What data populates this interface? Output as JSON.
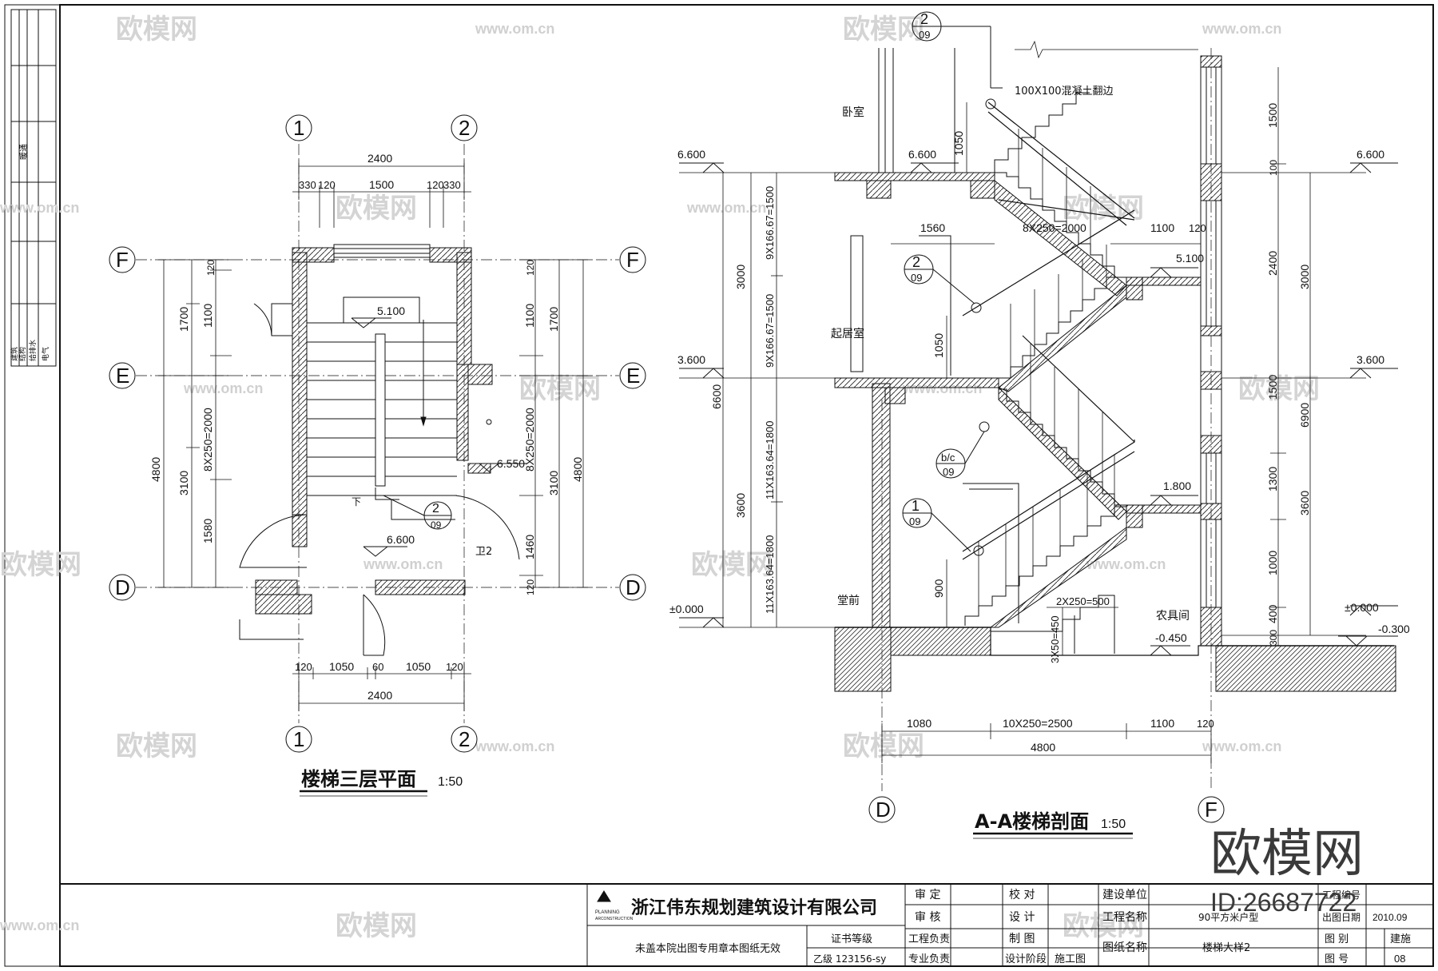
{
  "plan": {
    "title": "楼梯三层平面",
    "scale": "1:50",
    "axis_1": "1",
    "axis_2": "2",
    "axis_F": "F",
    "axis_E": "E",
    "axis_D": "D",
    "dim_total_top": "2400",
    "dim_330": "330",
    "dim_120": "120",
    "dim_1500": "1500",
    "dim_1700": "1700",
    "dim_1100": "1100",
    "dim_4800": "4800",
    "dim_3100": "3100",
    "dim_1580": "1580",
    "dim_1460": "1460",
    "dim_stairs": "8X250=2000",
    "dim_1050": "1050",
    "dim_60": "60",
    "dim_total_bottom": "2400",
    "elev_landing": "5.100",
    "elev_floor": "6.600",
    "elev_side": "6.550",
    "down_label": "下",
    "room_label": "卫2",
    "ref_detail": "2",
    "ref_sheet": "09"
  },
  "section": {
    "title": "A-A楼梯剖面",
    "scale": "1:50",
    "axis_D": "D",
    "axis_F": "F",
    "ref_top_num": "2",
    "ref_top_sheet": "09",
    "ref_mid_num": "2",
    "ref_mid_sheet": "09",
    "ref_bc_num": "b/c",
    "ref_bc_sheet": "09",
    "ref_1_num": "1",
    "ref_1_sheet": "09",
    "edge_note": "100X100混凝土翻边",
    "room_bedroom": "卧室",
    "room_living": "起居室",
    "room_hall": "堂前",
    "room_tools": "农具间",
    "elev_6600": "6.600",
    "elev_3600": "3.600",
    "elev_0": "±0.000",
    "elev_5100": "5.100",
    "elev_1800": "1.800",
    "elev_m0450": "-0.450",
    "elev_m0300": "-0.300",
    "dim_3000": "3000",
    "dim_6600": "6600",
    "dim_3600": "3600",
    "dim_r1": "9X166.67=1500",
    "dim_r2": "9X166.67=1500",
    "dim_r3": "11X163.64=1800",
    "dim_r4": "11X163.64=1800",
    "dim_1560": "1560",
    "dim_1100": "1100",
    "dim_120": "120",
    "dim_flight": "8X250=2000",
    "dim_1050a": "1050",
    "dim_1050b": "1050",
    "dim_900": "900",
    "dim_2x250": "2X250=500",
    "dim_3x50": "3X50=450",
    "dim_1080": "1080",
    "dim_10x250": "10X250=2500",
    "dim_1100b": "1100",
    "dim_120b": "120",
    "dim_4800": "4800",
    "rdim_1500a": "1500",
    "rdim_100": "100",
    "rdim_2400": "2400",
    "rdim_3000": "3000",
    "rdim_1500b": "1500",
    "rdim_1300": "1300",
    "rdim_6900": "6900",
    "rdim_3600": "3600",
    "rdim_1000": "1000",
    "rdim_400": "400",
    "rdim_300": "300"
  },
  "titleblock": {
    "company": "浙江伟东规划建筑设计有限公司",
    "company_en_1": "PLANNING",
    "company_en_2": "ARCONSTRUCTION",
    "notice": "未盖本院出图专用章本图纸无效",
    "cert_label": "证书等级",
    "cert_value": "乙级 123156-sy",
    "shending": "审 定",
    "shenhe": "审 核",
    "gongcheng_fuze": "工程负责",
    "zhuanye_fuze": "专业负责",
    "jiaodui": "校 对",
    "sheji": "设 计",
    "zhitu": "制 图",
    "sheji_jieduan": "设计阶段",
    "shigongtu": "施工图",
    "jianshe_danwei": "建设单位",
    "gongcheng_mingcheng": "工程名称",
    "project_value": "90平方米户型",
    "tuzhi_mingcheng": "图纸名称",
    "drawing_value": "楼梯大样2",
    "gongcheng_bianhao": "工程编号",
    "chutu_riqi": "出图日期",
    "date_value": "2010.09",
    "tubie": "图 别",
    "tubie_value": "建施",
    "tuhao": "图 号",
    "tuhao_value": "08"
  },
  "sidebar": {
    "t1": "暖通",
    "t2": "建筑",
    "t3": "结构",
    "t4": "给排水",
    "t5": "电气"
  },
  "watermark": {
    "brand": "欧模网",
    "url": "www.om.cn",
    "id": "ID:26687722"
  }
}
